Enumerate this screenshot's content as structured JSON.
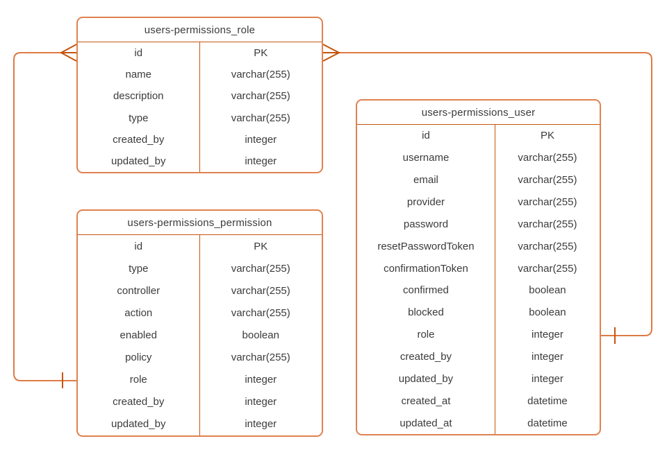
{
  "diagram": {
    "kind": "entity-relationship-diagram",
    "colors": {
      "background": "#ffffff",
      "table_border": "#e0814f",
      "inner_line": "#c4540c",
      "connector_line": "#dd7a42",
      "marker_line": "#c4540c",
      "text": "#3b3b3b"
    }
  },
  "tables": [
    {
      "title": "users-permissions_role",
      "rows": [
        {
          "field": "id",
          "type": "PK"
        },
        {
          "field": "name",
          "type": "varchar(255)"
        },
        {
          "field": "description",
          "type": "varchar(255)"
        },
        {
          "field": "type",
          "type": "varchar(255)"
        },
        {
          "field": "created_by",
          "type": "integer"
        },
        {
          "field": "updated_by",
          "type": "integer"
        }
      ]
    },
    {
      "title": "users-permissions_permission",
      "rows": [
        {
          "field": "id",
          "type": "PK"
        },
        {
          "field": "type",
          "type": "varchar(255)"
        },
        {
          "field": "controller",
          "type": "varchar(255)"
        },
        {
          "field": "action",
          "type": "varchar(255)"
        },
        {
          "field": "enabled",
          "type": "boolean"
        },
        {
          "field": "policy",
          "type": "varchar(255)"
        },
        {
          "field": "role",
          "type": "integer"
        },
        {
          "field": "created_by",
          "type": "integer"
        },
        {
          "field": "updated_by",
          "type": "integer"
        }
      ]
    },
    {
      "title": "users-permissions_user",
      "rows": [
        {
          "field": "id",
          "type": "PK"
        },
        {
          "field": "username",
          "type": "varchar(255)"
        },
        {
          "field": "email",
          "type": "varchar(255)"
        },
        {
          "field": "provider",
          "type": "varchar(255)"
        },
        {
          "field": "password",
          "type": "varchar(255)"
        },
        {
          "field": "resetPasswordToken",
          "type": "varchar(255)"
        },
        {
          "field": "confirmationToken",
          "type": "varchar(255)"
        },
        {
          "field": "confirmed",
          "type": "boolean"
        },
        {
          "field": "blocked",
          "type": "boolean"
        },
        {
          "field": "role",
          "type": "integer"
        },
        {
          "field": "created_by",
          "type": "integer"
        },
        {
          "field": "updated_by",
          "type": "integer"
        },
        {
          "field": "created_at",
          "type": "datetime"
        },
        {
          "field": "updated_at",
          "type": "datetime"
        }
      ]
    }
  ],
  "relationships": [
    {
      "name": "role-to-permission",
      "from_table": "users-permissions_role",
      "from_field": "id",
      "from_cardinality": "many (crow's foot)",
      "to_table": "users-permissions_permission",
      "to_field": "role",
      "to_cardinality": "one (tick)"
    },
    {
      "name": "role-to-user",
      "from_table": "users-permissions_role",
      "from_field": "id",
      "from_cardinality": "many (crow's foot)",
      "to_table": "users-permissions_user",
      "to_field": "role",
      "to_cardinality": "one (tick)"
    }
  ]
}
